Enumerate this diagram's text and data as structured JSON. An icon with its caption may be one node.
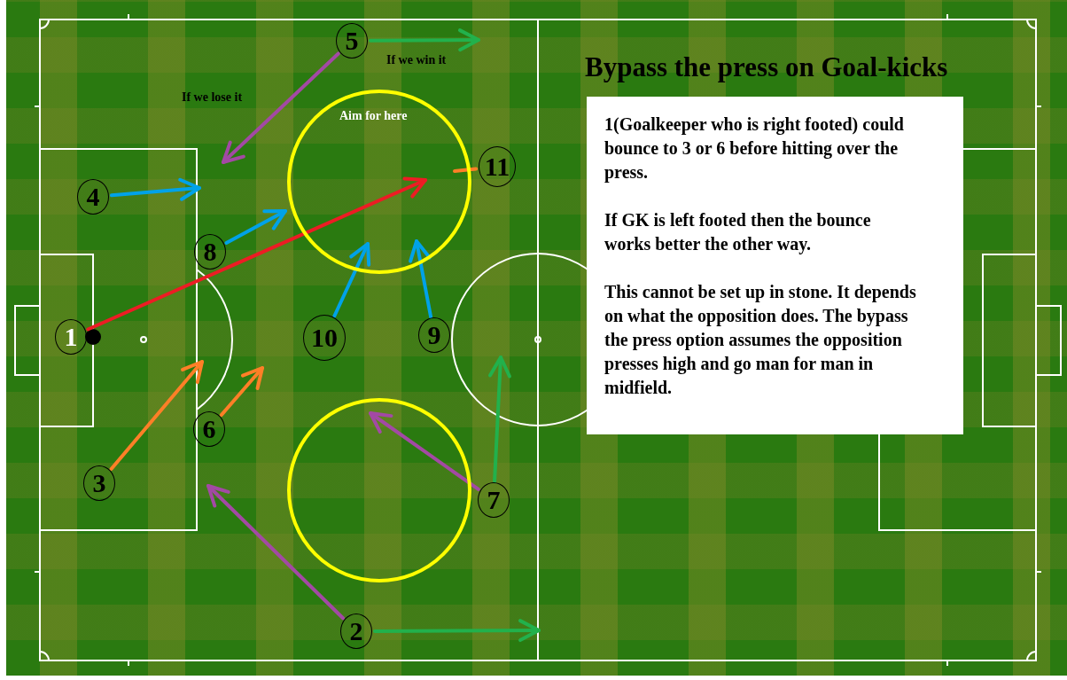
{
  "diagram": {
    "title": "Bypass the press on Goal-kicks",
    "nodes": [
      {
        "text": [
          "1"
        ]
      },
      {
        "text": [
          "2"
        ]
      },
      {
        "text": [
          "3"
        ]
      },
      {
        "text": [
          "4"
        ]
      },
      {
        "text": [
          "5"
        ]
      },
      {
        "text": [
          "6"
        ]
      },
      {
        "text": [
          "7"
        ]
      },
      {
        "text": [
          "8"
        ]
      },
      {
        "text": [
          "9"
        ]
      },
      {
        "text": [
          "10"
        ]
      },
      {
        "text": [
          "11"
        ]
      },
      {
        "text": [
          "Aim for here"
        ]
      },
      {
        "text": [],
        "shape": "circle"
      },
      {
        "text": [
          "1(Goalkeeper who is right footed) could bounce to 3 or 6 before hitting over the press.",
          "If GK is left footed then the bounce works better the other way.",
          "This cannot be set up in stone. It depends on what the opposition does. The bypass the press option assumes the opposition presses high and go man for man in midfield."
        ]
      }
    ],
    "edges": [
      {
        "from": 0,
        "to": 11,
        "arrow": "to",
        "color": "#ed1c24"
      },
      {
        "from": 3,
        "to": null,
        "arrow": "to",
        "color": "#00a2e8"
      },
      {
        "from": 7,
        "to": 11,
        "arrow": "to",
        "color": "#00a2e8"
      },
      {
        "from": 9,
        "to": 11,
        "arrow": "to",
        "color": "#00a2e8"
      },
      {
        "from": 8,
        "to": 11,
        "arrow": "to",
        "color": "#00a2e8"
      },
      {
        "from": 10,
        "to": 11,
        "arrow": "none",
        "color": "#ff7f27"
      },
      {
        "from": 4,
        "to": null,
        "arrow": "to",
        "color": "#22b14c",
        "label": "If we win it"
      },
      {
        "from": 4,
        "to": null,
        "arrow": "to",
        "color": "#a349a4",
        "label": "If we lose it"
      },
      {
        "from": 2,
        "to": null,
        "arrow": "to",
        "color": "#ff7f27"
      },
      {
        "from": 5,
        "to": null,
        "arrow": "to",
        "color": "#ff7f27"
      },
      {
        "from": 6,
        "to": 12,
        "arrow": "to",
        "color": "#a349a4"
      },
      {
        "from": 6,
        "to": null,
        "arrow": "to",
        "color": "#22b14c"
      },
      {
        "from": 1,
        "to": null,
        "arrow": "to",
        "color": "#a349a4"
      },
      {
        "from": 1,
        "to": null,
        "arrow": "to",
        "color": "#22b14c"
      }
    ]
  }
}
